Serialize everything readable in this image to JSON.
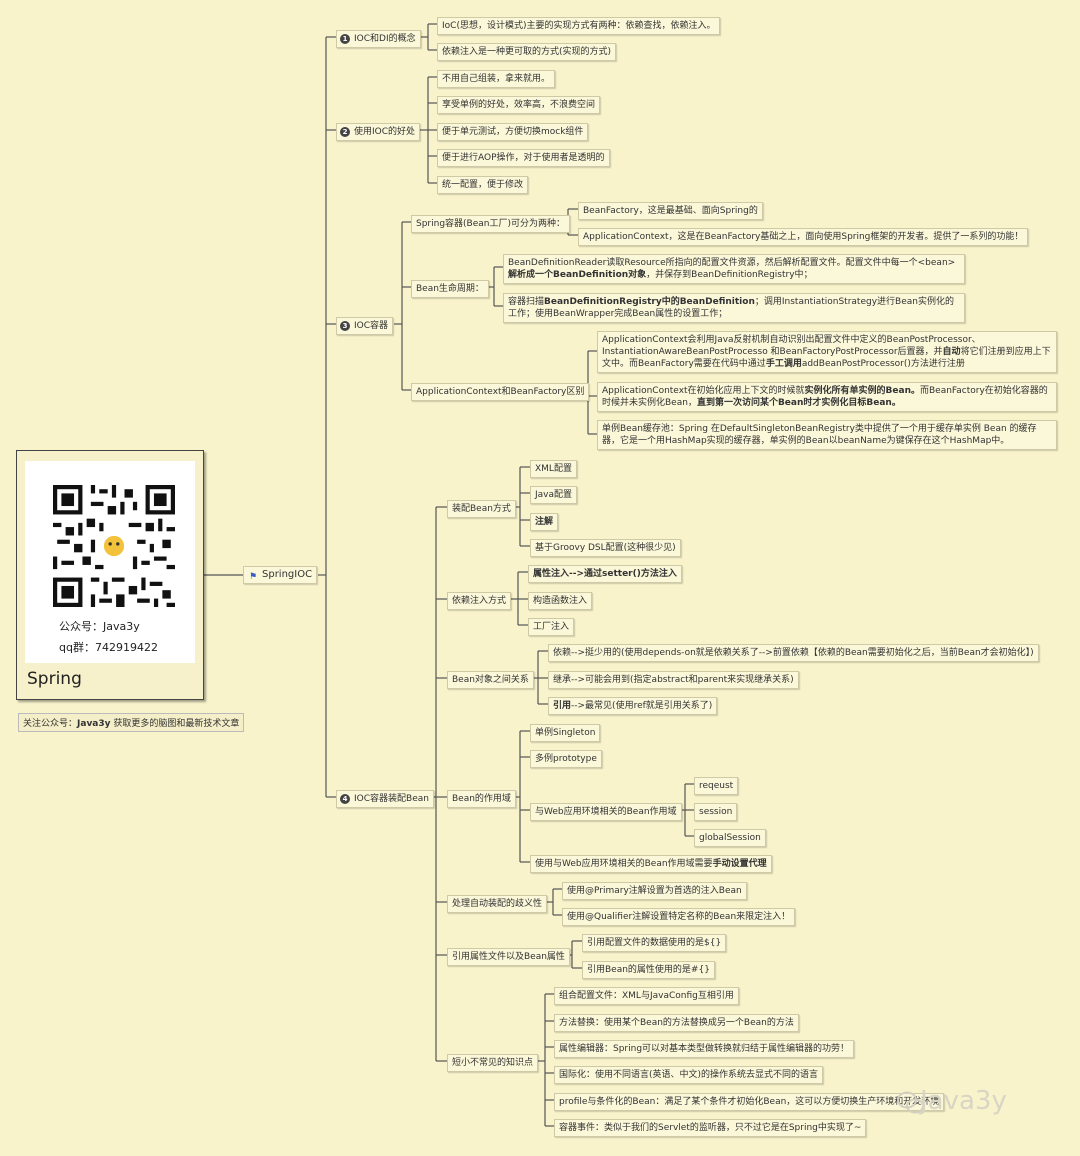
{
  "root": {
    "label": "SpringIOC",
    "flag_icon": "flag-icon"
  },
  "card": {
    "public_account": "公众号：Java3y",
    "qq_group": "qq群：742919422",
    "title": "Spring",
    "qr_icon": "qr-code-icon"
  },
  "footer_note": {
    "prefix": "关注公众号：",
    "account": "Java3y",
    "suffix": "  获取更多的脑图和最新技术文章"
  },
  "watermark": {
    "text": "Java3y",
    "icon": "wechat-icon"
  },
  "branches": [
    {
      "num": "1",
      "label": "IOC和DI的概念",
      "children": [
        "IoC(思想，设计模式)主要的实现方式有两种：依赖查找，依赖注入。",
        "依赖注入是一种更可取的方式(实现的方式)"
      ]
    },
    {
      "num": "2",
      "label": "使用IOC的好处",
      "children": [
        "不用自己组装，拿来就用。",
        "享受单例的好处，效率高，不浪费空间",
        "便于单元测试，方便切换mock组件",
        "便于进行AOP操作，对于使用者是透明的",
        "统一配置，便于修改"
      ]
    },
    {
      "num": "3",
      "label": "IOC容器",
      "children": [
        {
          "label": "Spring容器(Bean工厂)可分为两种：",
          "children": [
            "BeanFactory，这是最基础、面向Spring的",
            "ApplicationContext，这是在BeanFactory基础之上，面向使用Spring框架的开发者。提供了一系列的功能！"
          ]
        },
        {
          "label": "Bean生命周期：",
          "children": [
            {
              "a": "BeanDefinitionReader读取Resource所指向的配置文件资源，然后解析配置文件。配置文件中每一个<bean>",
              "b": "解析成一个BeanDefinition对象",
              "c": "，并保存到BeanDefinitionRegistry中；"
            },
            {
              "a": "容器扫描",
              "b": "BeanDefinitionRegistry中的BeanDefinition",
              "c": "；调用InstantiationStrategy进行Bean实例化的工作；使用BeanWrapper完成Bean属性的设置工作；"
            }
          ]
        },
        {
          "label": "ApplicationContext和BeanFactory区别",
          "children": [
            {
              "a": "ApplicationContext会利用Java反射机制自动识别出配置文件中定义的BeanPostProcessor、 InstantiationAwareBeanPostProcesso 和BeanFactoryPostProcessor后置器，并",
              "b": "自动",
              "c": "将它们注册到应用上下文中。而BeanFactory需要在代码中通过",
              "d": "手工调用",
              "e": "addBeanPostProcessor()方法进行注册"
            },
            {
              "a": "ApplicationContext在初始化应用上下文的时候就",
              "b": "实例化所有单实例的Bean。",
              "c": "而BeanFactory在初始化容器的时候并未实例化Bean，",
              "d": "直到第一次访问某个Bean时才实例化目标Bean。",
              "e": ""
            },
            {
              "a": "单例Bean缓存池：Spring 在DefaultSingletonBeanRegistry类中提供了一个用于缓存单实例 Bean 的缓存器，它是一个用HashMap实现的缓存器，单实例的Bean以beanName为键保存在这个HashMap中。",
              "b": "",
              "c": "",
              "d": "",
              "e": ""
            }
          ]
        }
      ]
    },
    {
      "num": "4",
      "label": "IOC容器装配Bean",
      "children": [
        {
          "label": "装配Bean方式",
          "children": [
            "XML配置",
            "Java配置",
            "注解",
            "基于Groovy DSL配置(这种很少见)"
          ]
        },
        {
          "label": "依赖注入方式",
          "children": [
            "属性注入-->通过setter()方法注入",
            "构造函数注入",
            "工厂注入"
          ]
        },
        {
          "label": "Bean对象之间关系",
          "children": [
            "依赖-->挺少用的(使用depends-on就是依赖关系了-->前置依赖【依赖的Bean需要初始化之后，当前Bean才会初始化】)",
            "继承-->可能会用到(指定abstract和parent来实现继承关系)",
            {
              "a": "引用",
              "b": "-->最常见(使用ref就是引用关系了)"
            }
          ]
        },
        {
          "label": "Bean的作用域",
          "children": [
            "单例Singleton",
            "多例prototype",
            {
              "label": "与Web应用环境相关的Bean作用域",
              "children": [
                "reqeust",
                "session",
                "globalSession"
              ]
            },
            {
              "a": "使用与Web应用环境相关的Bean作用域需要",
              "b": "手动设置代理"
            }
          ]
        },
        {
          "label": "处理自动装配的歧义性",
          "children": [
            "使用@Primary注解设置为首选的注入Bean",
            "使用@Qualifier注解设置特定名称的Bean来限定注入！"
          ]
        },
        {
          "label": "引用属性文件以及Bean属性",
          "children": [
            "引用配置文件的数据使用的是${}",
            "引用Bean的属性使用的是#{}"
          ]
        },
        {
          "label": "短小不常见的知识点",
          "children": [
            "组合配置文件：XML与JavaConfig互相引用",
            "方法替换：使用某个Bean的方法替换成另一个Bean的方法",
            "属性编辑器：Spring可以对基本类型做转换就归结于属性编辑器的功劳！",
            "国际化：使用不同语言(英语、中文)的操作系统去显式不同的语言",
            "profile与条件化的Bean：满足了某个条件才初始化Bean，这可以方便切换生产环境和开发环境",
            "容器事件：类似于我们的Servlet的监听器，只不过它是在Spring中实现了~"
          ]
        }
      ]
    }
  ]
}
